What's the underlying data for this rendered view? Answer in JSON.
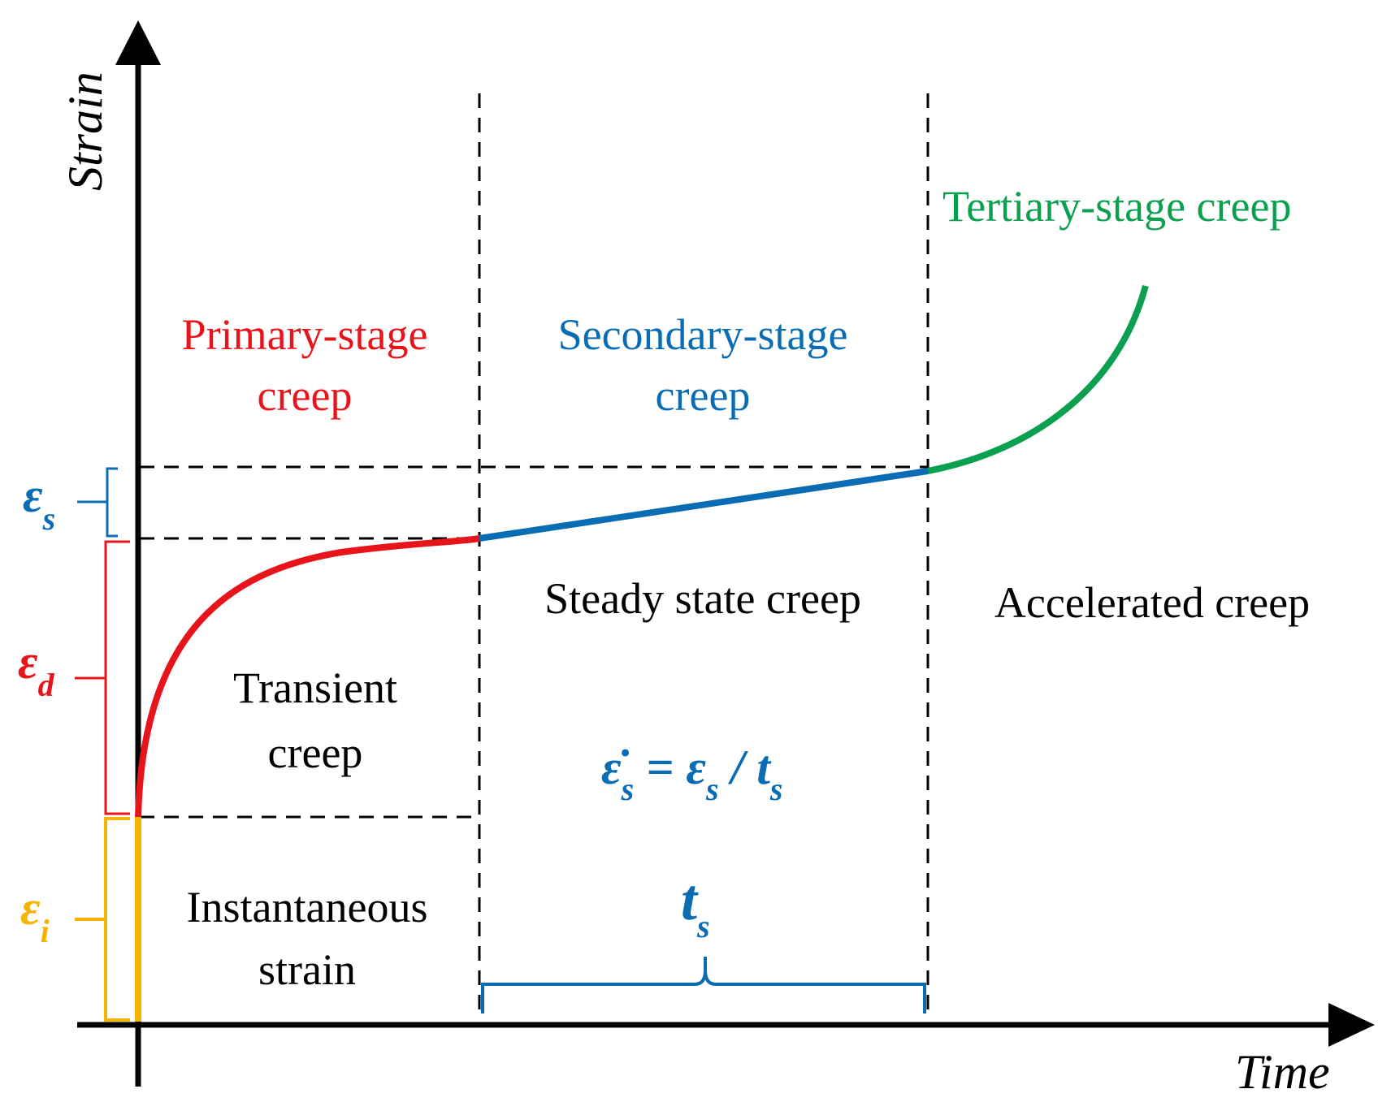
{
  "axes": {
    "y_label": "Strain",
    "x_label": "Time"
  },
  "stages": {
    "primary": {
      "line1": "Primary-stage",
      "line2": "creep",
      "color": "#e8141c"
    },
    "secondary": {
      "line1": "Secondary-stage",
      "line2": "creep",
      "color": "#0a6db4"
    },
    "tertiary": {
      "label": "Tertiary-stage creep",
      "color": "#0aa050"
    }
  },
  "regions": {
    "transient": {
      "line1": "Transient",
      "line2": "creep"
    },
    "instantaneous": {
      "line1": "Instantaneous",
      "line2": "strain"
    },
    "steady": "Steady state creep",
    "accelerated": "Accelerated creep"
  },
  "symbols": {
    "eps_s": {
      "base": "ε",
      "sub": "s",
      "color": "#0a6db4"
    },
    "eps_d": {
      "base": "ε",
      "sub": "d",
      "color": "#e8141c"
    },
    "eps_i": {
      "base": "ε",
      "sub": "i",
      "color": "#f5b400"
    },
    "t_s": {
      "base": "t",
      "sub": "s",
      "color": "#0a6db4"
    },
    "rate": {
      "dot_eps": "ε̇",
      "sub1": "s",
      "eq": " = ",
      "eps": "ε",
      "sub2": "s",
      "slash": " / ",
      "t": "t",
      "sub3": "s",
      "color": "#0a6db4"
    }
  }
}
